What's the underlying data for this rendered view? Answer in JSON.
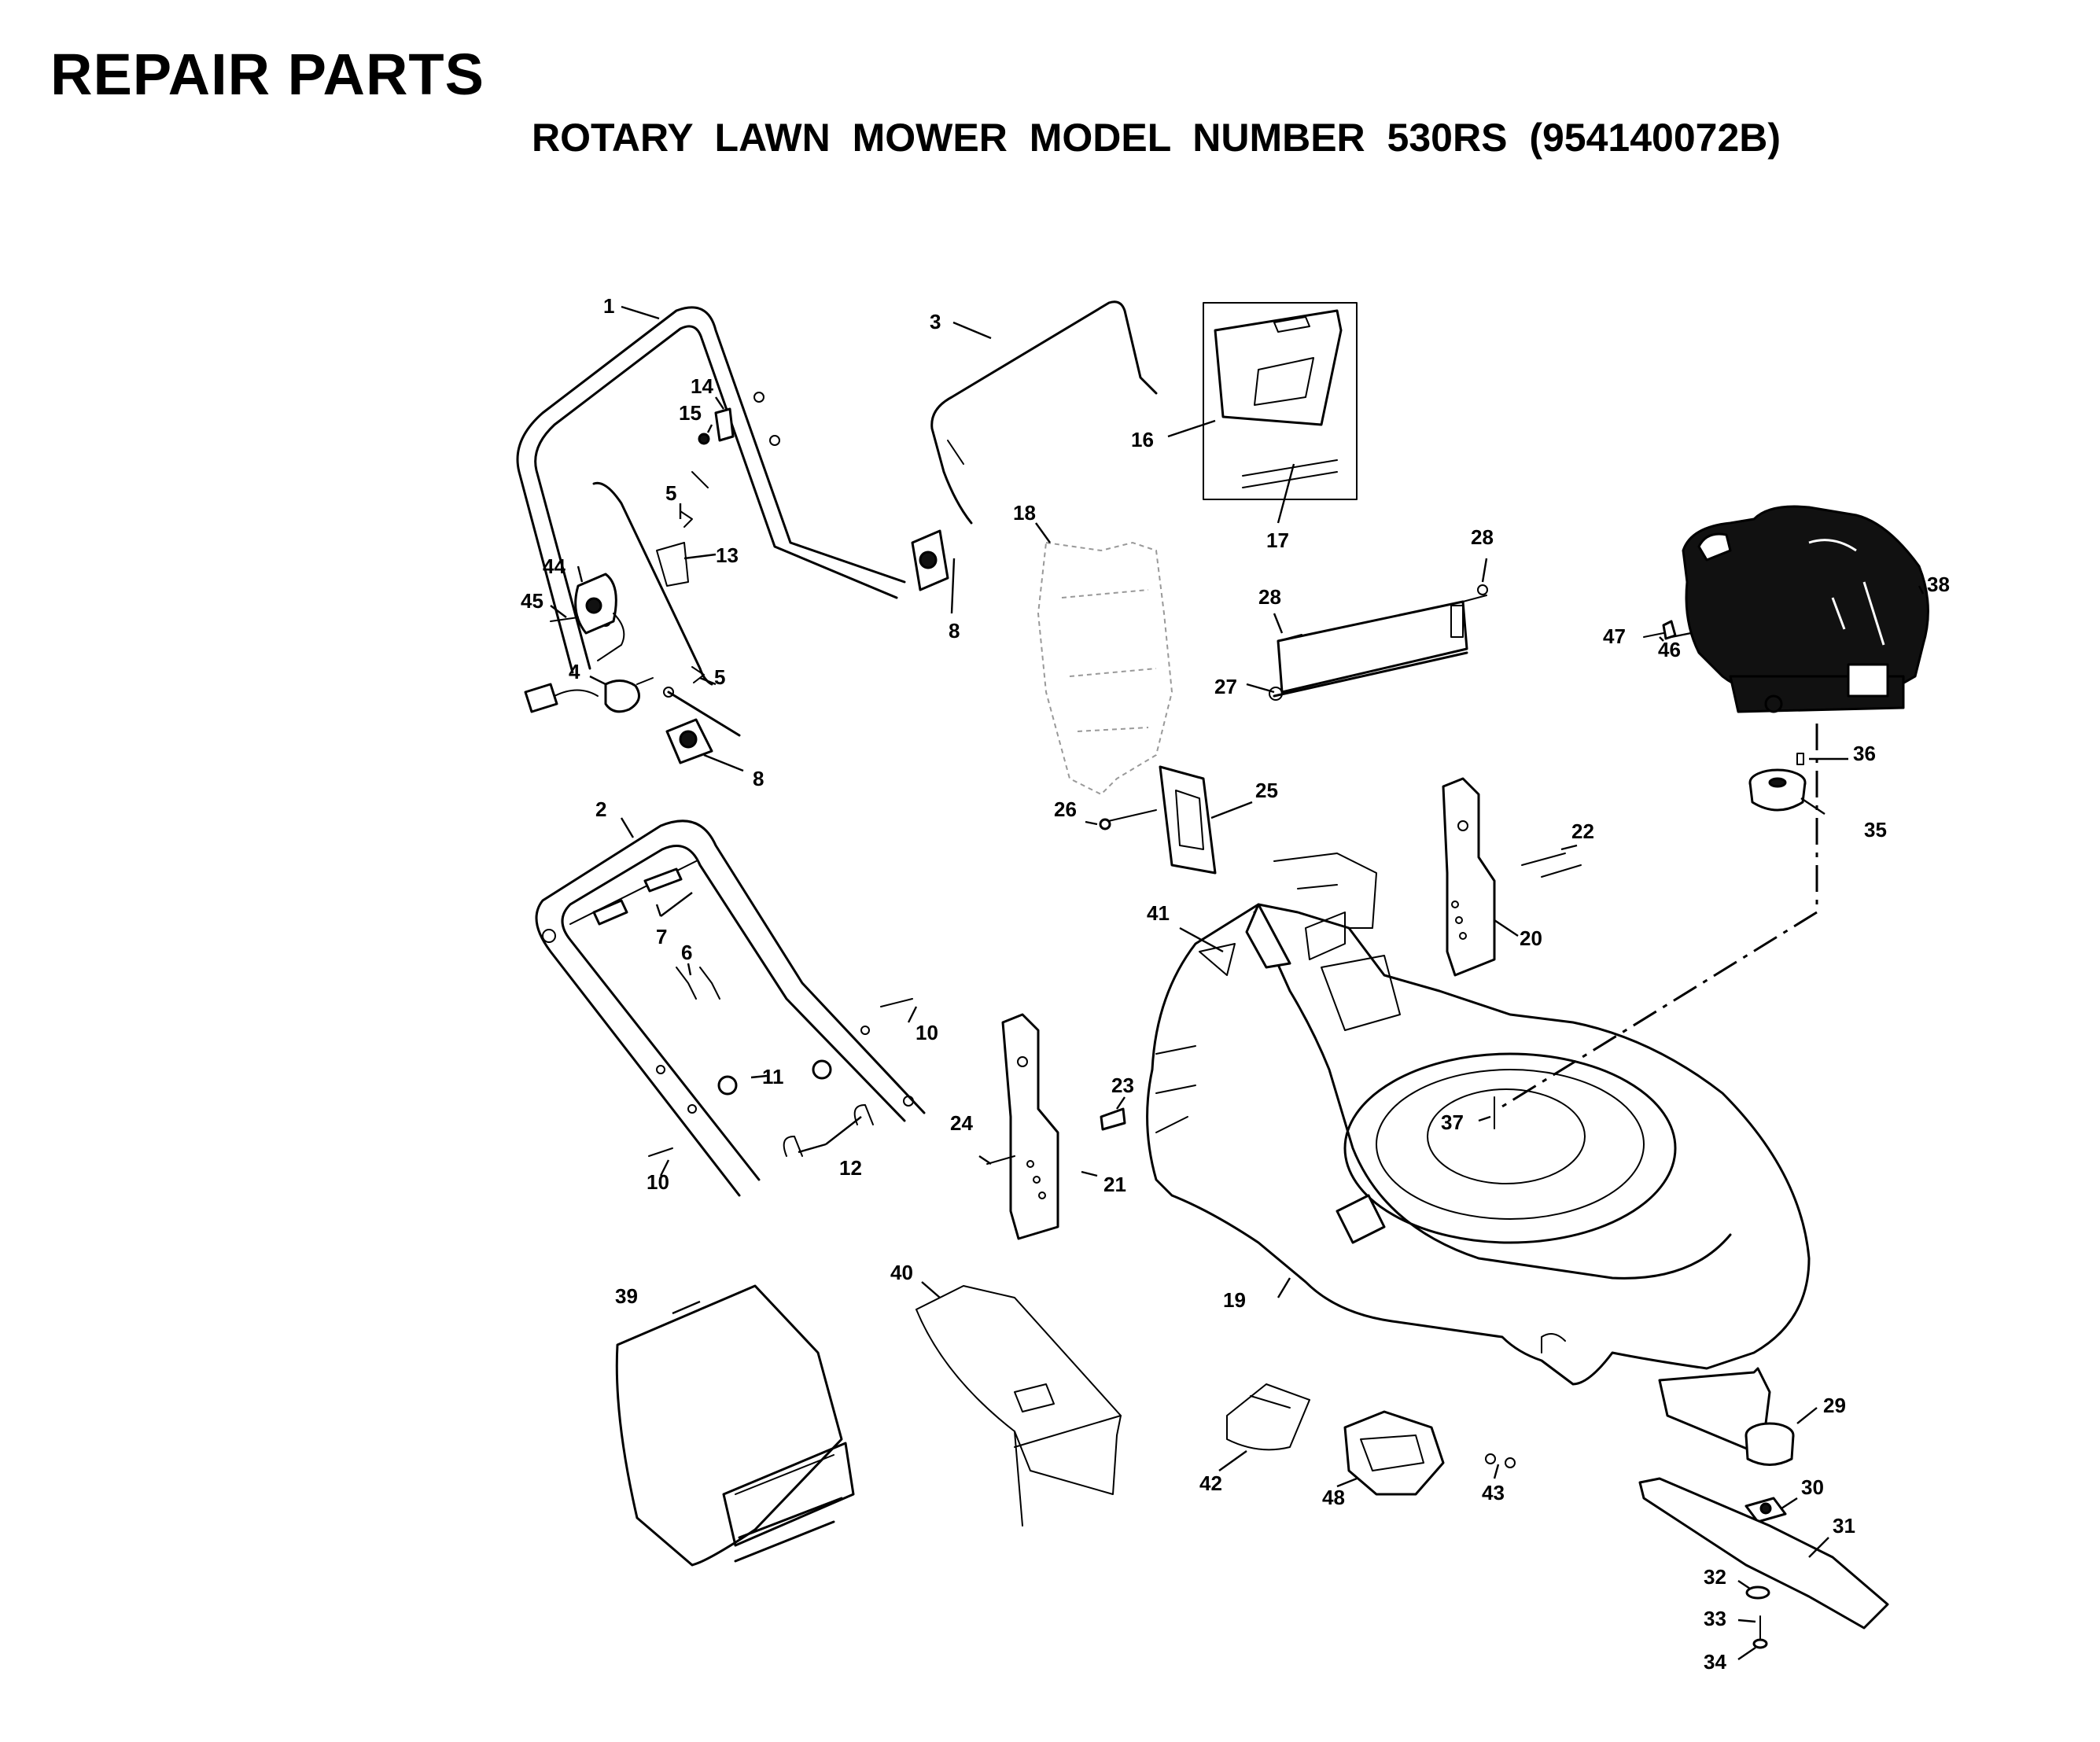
{
  "heading": "REPAIR PARTS",
  "subheading": "ROTARY LAWN MOWER MODEL NUMBER 530RS   (954140072B)",
  "callouts": {
    "c1": "1",
    "c2": "2",
    "c3": "3",
    "c4": "4",
    "c5a": "5",
    "c5b": "5",
    "c6": "6",
    "c7": "7",
    "c8a": "8",
    "c8b": "8",
    "c10a": "10",
    "c10b": "10",
    "c11": "11",
    "c12": "12",
    "c13": "13",
    "c14": "14",
    "c15": "15",
    "c16": "16",
    "c17": "17",
    "c18": "18",
    "c19": "19",
    "c20": "20",
    "c21": "21",
    "c22": "22",
    "c23": "23",
    "c24": "24",
    "c25": "25",
    "c26": "26",
    "c27": "27",
    "c28a": "28",
    "c28b": "28",
    "c29": "29",
    "c30": "30",
    "c31": "31",
    "c32": "32",
    "c33": "33",
    "c34": "34",
    "c35": "35",
    "c36": "36",
    "c37": "37",
    "c38": "38",
    "c39": "39",
    "c40": "40",
    "c41": "41",
    "c42": "42",
    "c43": "43",
    "c44": "44",
    "c45": "45",
    "c46": "46",
    "c47": "47",
    "c48": "48"
  }
}
